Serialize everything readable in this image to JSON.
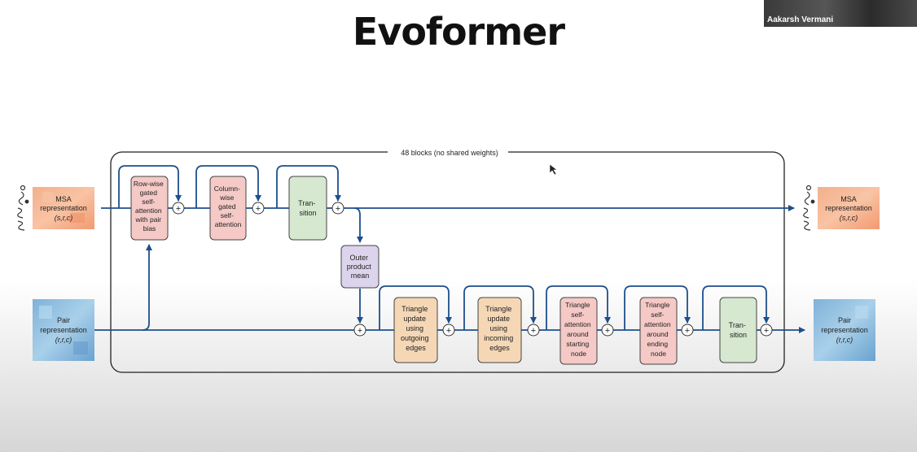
{
  "slide": {
    "title": "Evoformer",
    "presenter_name": "Aakarsh Vermani"
  },
  "diagram": {
    "frame_label": "48 blocks (no shared weights)",
    "msa_input": {
      "line1": "MSA",
      "line2": "representation",
      "line3": "(s,r,c)"
    },
    "msa_output": {
      "line1": "MSA",
      "line2": "representation",
      "line3": "(s,r,c)"
    },
    "pair_input": {
      "line1": "Pair",
      "line2": "representation",
      "line3": "(r,r,c)"
    },
    "pair_output": {
      "line1": "Pair",
      "line2": "representation",
      "line3": "(r,r,c)"
    },
    "msa_blocks": [
      {
        "lines": [
          "Row-wise",
          "gated",
          "self-",
          "attention",
          "with pair",
          "bias"
        ]
      },
      {
        "lines": [
          "Column-",
          "wise",
          "gated",
          "self-",
          "attention"
        ]
      },
      {
        "lines": [
          "Tran-",
          "sition"
        ]
      }
    ],
    "outer_product": {
      "lines": [
        "Outer",
        "product",
        "mean"
      ]
    },
    "pair_blocks": [
      {
        "lines": [
          "Triangle",
          "update",
          "using",
          "outgoing",
          "edges"
        ]
      },
      {
        "lines": [
          "Triangle",
          "update",
          "using",
          "incoming",
          "edges"
        ]
      },
      {
        "lines": [
          "Triangle",
          "self-",
          "attention",
          "around",
          "starting",
          "node"
        ]
      },
      {
        "lines": [
          "Triangle",
          "self-",
          "attention",
          "around",
          "ending",
          "node"
        ]
      },
      {
        "lines": [
          "Tran-",
          "sition"
        ]
      }
    ],
    "plus_symbol": "+",
    "colors": {
      "flow": "#1d4f8c",
      "msa_tile": "#f6a77e",
      "pair_tile": "#8fbfe0",
      "row_attention": "#f4c9c6",
      "column_attention": "#f4c9c6",
      "transition": "#d6e8d0",
      "outer_product": "#dcd4ec",
      "triangle_update": "#f5d7b6",
      "triangle_attention": "#f4c9c6"
    }
  }
}
